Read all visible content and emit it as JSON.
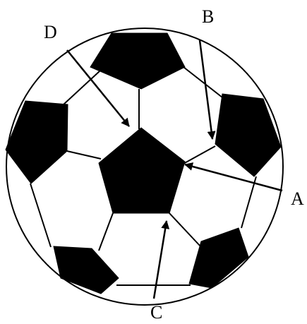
{
  "diagram": {
    "labels": {
      "a": "A",
      "b": "B",
      "c": "C",
      "d": "D"
    },
    "colors": {
      "patch": "#000000",
      "seam": "#000000",
      "background": "#ffffff"
    }
  }
}
